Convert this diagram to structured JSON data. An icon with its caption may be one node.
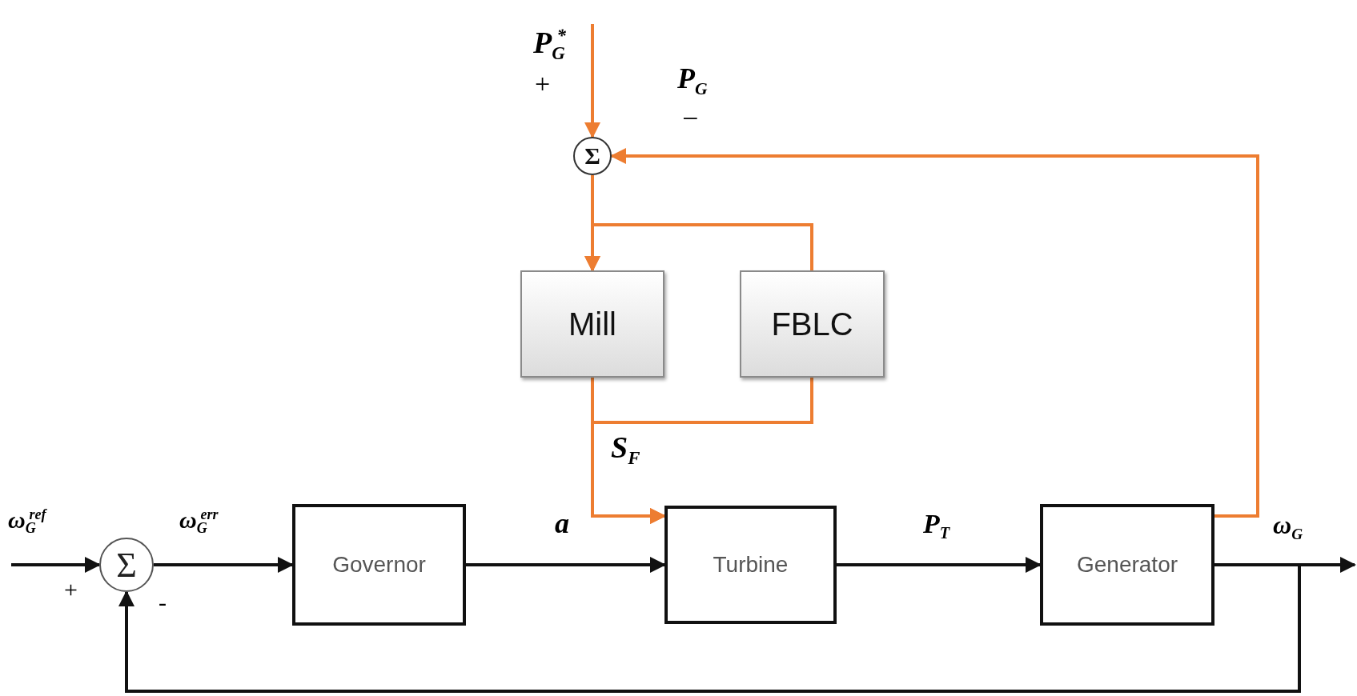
{
  "diagram": {
    "nodes": [
      {
        "text": [
          "Σ"
        ]
      },
      {
        "text": [
          "Mill"
        ]
      },
      {
        "text": [
          "FBLC"
        ]
      },
      {
        "text": [
          "Σ"
        ]
      },
      {
        "text": [
          "Governor"
        ]
      },
      {
        "text": [
          "Turbine"
        ]
      },
      {
        "text": [
          "Generator"
        ]
      }
    ],
    "edges": [
      {
        "from": null,
        "to": 0,
        "arrow": "to",
        "color": "#ed7d31",
        "label": "P$_{G}$$^{*}$"
      },
      {
        "from": 6,
        "to": 0,
        "arrow": "to",
        "color": "#ed7d31",
        "label": "P$_{G}$"
      },
      {
        "from": 0,
        "to": 1,
        "arrow": "to",
        "color": "#ed7d31"
      },
      {
        "from": 2,
        "to": 1,
        "arrow": "to",
        "color": "#ed7d31"
      },
      {
        "from": 1,
        "to": 5,
        "arrow": "to",
        "color": "#ed7d31"
      },
      {
        "from": 2,
        "to": 5,
        "arrow": "to",
        "color": "#ed7d31"
      },
      {
        "from": null,
        "to": 3,
        "arrow": "to",
        "color": "#111111",
        "label": "ω$_{G}$$^{ref}$"
      },
      {
        "from": 3,
        "to": 4,
        "arrow": "to",
        "color": "#111111",
        "label": "ω$_{G}$$^{err}$"
      },
      {
        "from": 4,
        "to": 5,
        "arrow": "to",
        "color": "#111111",
        "label": "a"
      },
      {
        "from": 5,
        "to": 6,
        "arrow": "to",
        "color": "#111111",
        "label": "P$_{T}$"
      },
      {
        "from": 6,
        "to": null,
        "arrow": "to",
        "color": "#111111",
        "label": "ω$_{G}$"
      },
      {
        "from": 6,
        "to": 3,
        "arrow": "to",
        "color": "#111111"
      }
    ],
    "labels": [
      "+",
      "−",
      "S$_{F}$",
      "+",
      "-"
    ]
  }
}
